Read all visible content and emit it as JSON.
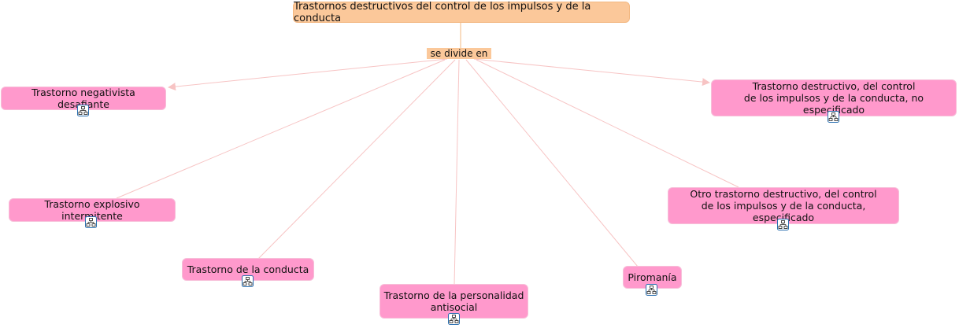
{
  "root": {
    "label": "Trastornos destructivos del control de los impulsos y de la conducta"
  },
  "link": {
    "label": "se divide en"
  },
  "colors": {
    "root_fill": "#fbc89a",
    "node_fill": "#ff99cc",
    "line": "#f7c4c4",
    "arrow": "#f7c4c4"
  },
  "icons": {
    "submap": "concept-map-icon"
  },
  "nodes": [
    {
      "label": "Trastorno negativista desafiante"
    },
    {
      "label": "Trastorno destructivo, del control\nde los impulsos y de la conducta, no especificado"
    },
    {
      "label": "Trastorno explosivo intermitente"
    },
    {
      "label": "Otro trastorno destructivo, del control\nde los impulsos y de la conducta, especificado"
    },
    {
      "label": "Trastorno de la conducta"
    },
    {
      "label": "Piromanía"
    },
    {
      "label": "Trastorno de la personalidad\nantisocial"
    }
  ]
}
